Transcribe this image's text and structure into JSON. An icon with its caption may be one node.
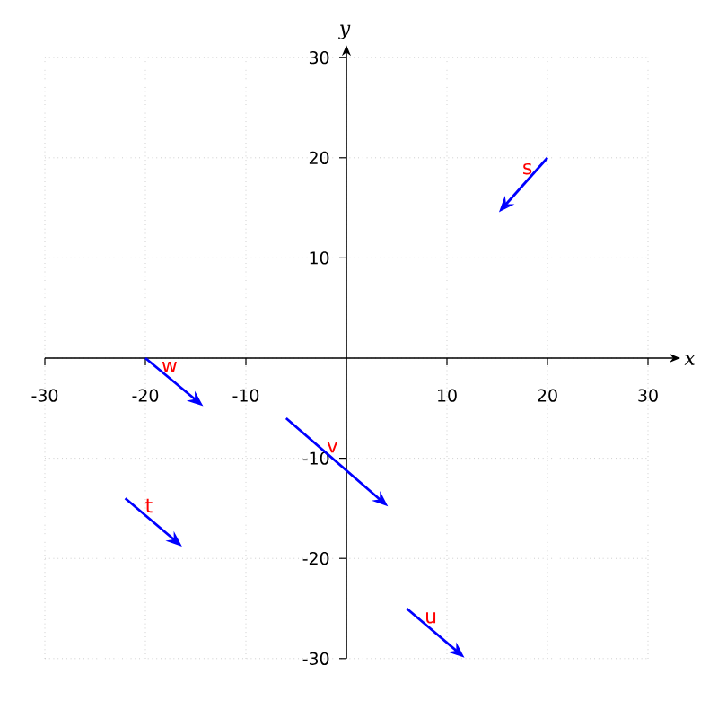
{
  "diagram": {
    "chart_data": {
      "type": "line",
      "xlabel": "x",
      "ylabel": "y",
      "xlim": [
        -30,
        30
      ],
      "ylim": [
        -30,
        30
      ],
      "grid": true,
      "xticks": [
        -30,
        -20,
        -10,
        10,
        20,
        30
      ],
      "yticks": [
        -30,
        -20,
        -10,
        10,
        20,
        30
      ],
      "series": [
        {
          "name": "s",
          "color": "#0000ff",
          "x": [
            20,
            16
          ],
          "values": [
            20,
            15.5
          ]
        },
        {
          "name": "w",
          "color": "#0000ff",
          "x": [
            -20,
            -15.2
          ],
          "values": [
            0,
            -4
          ]
        },
        {
          "name": "v",
          "color": "#0000ff",
          "x": [
            -6,
            3.2
          ],
          "values": [
            -6,
            -14
          ]
        },
        {
          "name": "t",
          "color": "#0000ff",
          "x": [
            -22,
            -17.3
          ],
          "values": [
            -14,
            -18
          ]
        },
        {
          "name": "u",
          "color": "#0000ff",
          "x": [
            6,
            10.8
          ],
          "values": [
            -25,
            -29.1
          ]
        }
      ]
    }
  }
}
